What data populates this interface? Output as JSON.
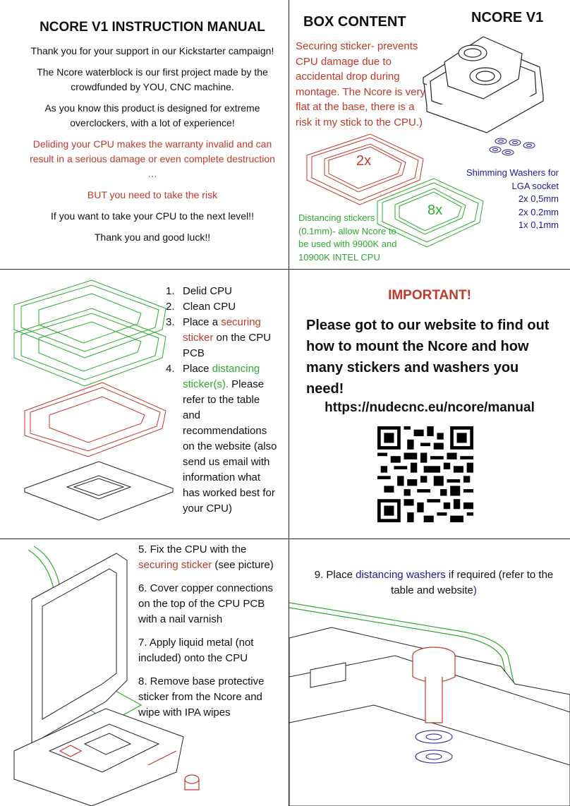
{
  "title": "NCORE V1 INSTRUCTION MANUAL",
  "intro": {
    "p1": "Thank you for your support in our Kickstarter campaign!",
    "p2": "The Ncore waterblock is our first project made by the crowdfunded by YOU, CNC machine.",
    "p3": "As you know this product is designed for extreme overclockers, with a lot of experience!",
    "warning": "Deliding your CPU makes the warranty invalid and can result in a serious damage or even complete destruction …",
    "risk": "BUT you need to take the risk",
    "p4": "If you want to take your CPU to the next level!!",
    "p5": "Thank you and good luck!!"
  },
  "box": {
    "title": "BOX CONTENT",
    "product": "NCORE V1",
    "securing": "Securing sticker- prevents CPU damage due to accidental drop during montage. The Ncore is very flat at the base, there is a risk it my stick to the CPU.)",
    "qty_red": "2x",
    "qty_green": "8x",
    "distancing": "Distancing stickers (0.1mm)- allow Ncore to be used with 9900K and 10900K INTEL CPU",
    "washers_title": "Shimming Washers for LGA socket",
    "washer_1": "2x 0,5mm",
    "washer_2": "2x 0.2mm",
    "washer_3": "1x 0,1mm",
    "colors": {
      "red": "#c0392b",
      "green": "#2eaa2e",
      "blue": "#1a1a9a"
    }
  },
  "steps_a": {
    "s1_num": "1.",
    "s1": "Delid CPU",
    "s2_num": "2.",
    "s2": "Clean CPU",
    "s3_num": "3.",
    "s3_pre": "Place a ",
    "s3_hl": "securing sticker",
    "s3_post": " on the CPU PCB",
    "s4_num": "4.",
    "s4_pre": "Place ",
    "s4_hl": "distancing sticker(s).",
    "s4_post": " Please refer to the table and recommendations on the website (also send us email with information what has worked best for your CPU)"
  },
  "important": {
    "title": "IMPORTANT!",
    "text": "Please got to our website to find out how to mount the Ncore and how many stickers and washers you need!",
    "url": "https://nudecnc.eu/ncore/manual"
  },
  "steps_b": {
    "s5_pre": "5. Fix the CPU with the ",
    "s5_hl": "securing sticker",
    "s5_post": " (see picture)",
    "s6": "6. Cover copper connections on the top of the CPU PCB with a nail varnish",
    "s7": "7. Apply liquid metal (not included) onto the CPU",
    "s8": "8. Remove base protective sticker from the Ncore and wipe with IPA wipes"
  },
  "step9": {
    "pre": "9. Place ",
    "hl": "distancing washers",
    "post": " if required (refer to the table and website",
    "close": ")"
  }
}
